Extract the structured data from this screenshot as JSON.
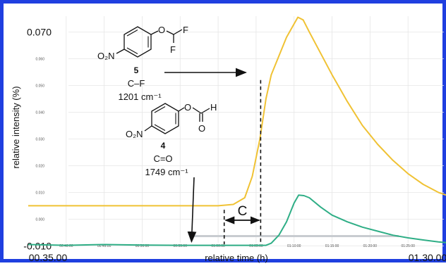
{
  "colors": {
    "frame": "#1f3fe0",
    "yellow_series": "#f0c234",
    "green_series": "#2fae86",
    "grid": "#e6e6e6"
  },
  "chart_data": {
    "type": "line",
    "xlabel": "relative time (h)",
    "ylabel": "relative intensity (%)",
    "xlim": [
      35,
      90
    ],
    "ylim": [
      -0.012,
      0.078
    ],
    "grid": true,
    "x_ticks": [
      {
        "label": "00.35.00",
        "value": 35
      },
      {
        "label": "00:40:00",
        "value": 40
      },
      {
        "label": "00:45:00",
        "value": 45
      },
      {
        "label": "00:50:00",
        "value": 50
      },
      {
        "label": "00:55:00",
        "value": 55
      },
      {
        "label": "01:00:00",
        "value": 60
      },
      {
        "label": "01:05:00",
        "value": 65
      },
      {
        "label": "01:10:00",
        "value": 70
      },
      {
        "label": "01:15:00",
        "value": 75
      },
      {
        "label": "01:20:00",
        "value": 80
      },
      {
        "label": "01:25:00",
        "value": 85
      },
      {
        "label": "01.30.00",
        "value": 90
      }
    ],
    "y_ticks": [
      {
        "label": "-0.010",
        "value": -0.01
      },
      {
        "label": "0.000",
        "value": 0.0
      },
      {
        "label": "0.010",
        "value": 0.01
      },
      {
        "label": "0.020",
        "value": 0.02
      },
      {
        "label": "0.030",
        "value": 0.03
      },
      {
        "label": "0.040",
        "value": 0.04
      },
      {
        "label": "0.050",
        "value": 0.05
      },
      {
        "label": "0.060",
        "value": 0.06
      },
      {
        "label": "0.070",
        "value": 0.07
      }
    ],
    "series": [
      {
        "color": "#f0c234",
        "x": [
          35,
          40,
          45,
          50,
          55,
          60,
          62,
          63.5,
          64.5,
          65.5,
          66.3,
          67,
          68,
          69,
          70,
          70.5,
          71.2,
          72,
          73.5,
          75,
          77,
          79,
          81,
          83,
          85,
          87,
          89,
          90
        ],
        "y": [
          0.005,
          0.005,
          0.005,
          0.005,
          0.005,
          0.005,
          0.0055,
          0.008,
          0.016,
          0.03,
          0.045,
          0.054,
          0.061,
          0.068,
          0.073,
          0.0755,
          0.0745,
          0.07,
          0.062,
          0.054,
          0.044,
          0.035,
          0.028,
          0.022,
          0.017,
          0.013,
          0.01,
          0.009
        ]
      },
      {
        "color": "#2fae86",
        "x": [
          35,
          40,
          45,
          50,
          55,
          60,
          63,
          65,
          66.3,
          67,
          68,
          69,
          70,
          70.6,
          71.3,
          72,
          73.5,
          75,
          77,
          79,
          81,
          83,
          85,
          87,
          89,
          90
        ],
        "y": [
          -0.0095,
          -0.0098,
          -0.0095,
          -0.0097,
          -0.0098,
          -0.0098,
          -0.0098,
          -0.0098,
          -0.0098,
          -0.009,
          -0.006,
          -0.001,
          0.006,
          0.009,
          0.0088,
          0.008,
          0.0045,
          0.0015,
          -0.001,
          -0.003,
          -0.0045,
          -0.006,
          -0.007,
          -0.0078,
          -0.0085,
          -0.0088
        ]
      }
    ],
    "annotations": {
      "compound_5": {
        "number": "5",
        "bond": "C–F",
        "wavenumber": "1201 cm⁻¹",
        "substituent": "O₂N",
        "atom_o": "O",
        "atom_f1": "F",
        "atom_f2": "F",
        "arrow_to": [
          65.5,
          0.052
        ]
      },
      "compound_4": {
        "number": "4",
        "bond": "C=O",
        "wavenumber": "1749 cm⁻¹",
        "substituent": "O₂N",
        "atom_o1": "O",
        "atom_o2": "O",
        "atom_h": "H",
        "arrow_to": [
          56.5,
          -0.0095
        ]
      },
      "interval": {
        "label": "C",
        "x_start": 60.8,
        "x_end": 65.6,
        "dashed_top": [
          0.0035,
          0.052
        ]
      }
    }
  }
}
